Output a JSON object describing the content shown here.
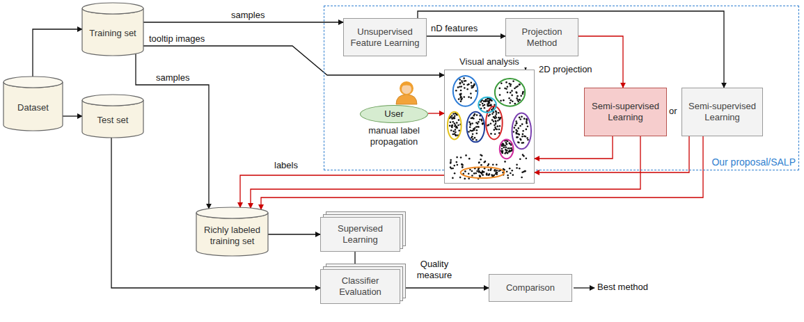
{
  "diagram": {
    "nodes": [
      {
        "text": [
          "Dataset"
        ]
      },
      {
        "text": [
          "Training set"
        ]
      },
      {
        "text": [
          "Test set"
        ]
      },
      {
        "text": [
          "Our proposal/SALP"
        ]
      },
      {
        "text": [
          "Unsupervised Feature Learning"
        ],
        "in": 3
      },
      {
        "text": [
          "Projection Method"
        ],
        "in": 3
      },
      {
        "text": [
          "Visual analysis"
        ],
        "in": 3
      },
      {
        "text": [
          "User",
          "manual label propagation"
        ],
        "in": 3
      },
      {
        "text": [
          "Semi-supervised Learning"
        ],
        "in": 3
      },
      {
        "text": [
          "Semi-supervised Learning"
        ],
        "in": 3
      },
      {
        "text": [
          "Richly labeled training set"
        ]
      },
      {
        "text": [
          "Supervised Learning"
        ]
      },
      {
        "text": [
          "Classifier Evaluation"
        ]
      },
      {
        "text": [
          "Comparison"
        ]
      }
    ],
    "edges": [
      {
        "from": 0,
        "to": 1,
        "arrow": "to"
      },
      {
        "from": 0,
        "to": 2,
        "arrow": "to"
      },
      {
        "from": 1,
        "to": 4,
        "label": "samples",
        "arrow": "to"
      },
      {
        "from": 1,
        "to": 6,
        "label": "tooltip images",
        "arrow": "to"
      },
      {
        "from": 1,
        "to": 10,
        "label": "samples",
        "arrow": "to"
      },
      {
        "from": 4,
        "to": 5,
        "label": "nD features",
        "arrow": "to"
      },
      {
        "from": 4,
        "to": 9,
        "arrow": "to"
      },
      {
        "from": 5,
        "to": 6,
        "arrow": "to"
      },
      {
        "from": 5,
        "to": 8,
        "label": "2D projection",
        "arrow": "to"
      },
      {
        "from": 7,
        "to": 6,
        "arrow": "to"
      },
      {
        "from": 8,
        "to": 6,
        "arrow": "to"
      },
      {
        "from": 9,
        "to": 6,
        "arrow": "to"
      },
      {
        "from": 6,
        "to": 10,
        "label": "labels",
        "arrow": "to"
      },
      {
        "from": 8,
        "to": 10,
        "arrow": "to"
      },
      {
        "from": 9,
        "to": 10,
        "arrow": "to"
      },
      {
        "from": 10,
        "to": 11,
        "arrow": "to"
      },
      {
        "from": 11,
        "to": 12,
        "arrow": "to"
      },
      {
        "from": 2,
        "to": 12,
        "arrow": "to"
      },
      {
        "from": 12,
        "to": 13,
        "label": "Quality measure",
        "arrow": "to"
      }
    ],
    "labels": [
      "or",
      "Best method"
    ]
  }
}
